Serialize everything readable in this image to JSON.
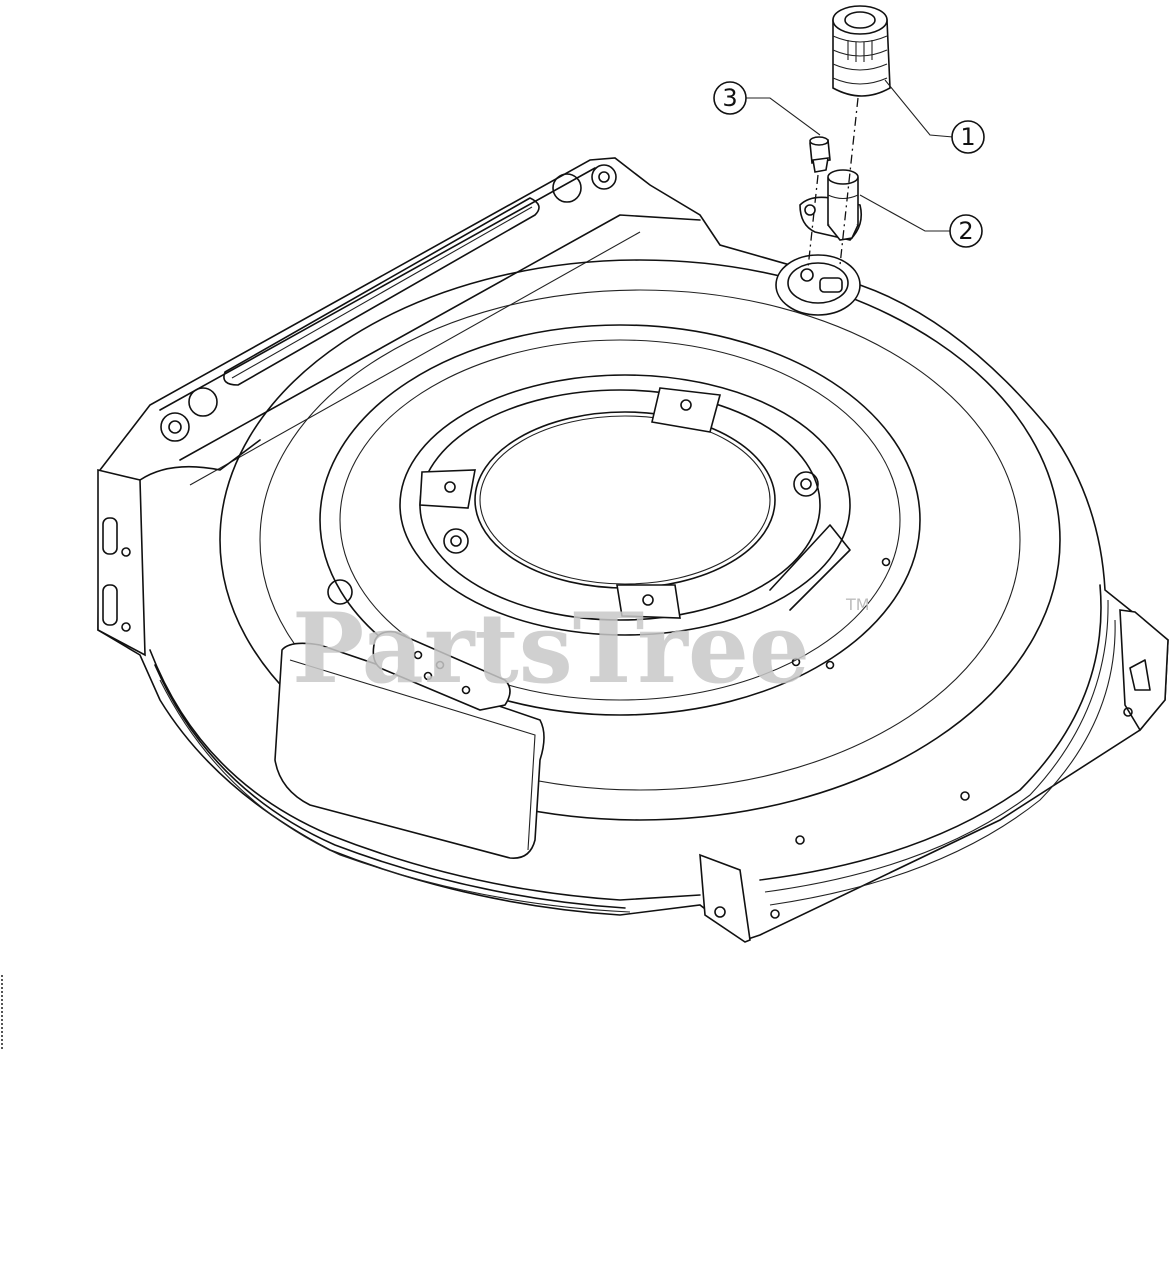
{
  "watermark": {
    "text": "PartsTree",
    "trademark": "TM"
  },
  "callouts": [
    {
      "id": "1",
      "label": "1"
    },
    {
      "id": "2",
      "label": "2"
    },
    {
      "id": "3",
      "label": "3"
    }
  ]
}
